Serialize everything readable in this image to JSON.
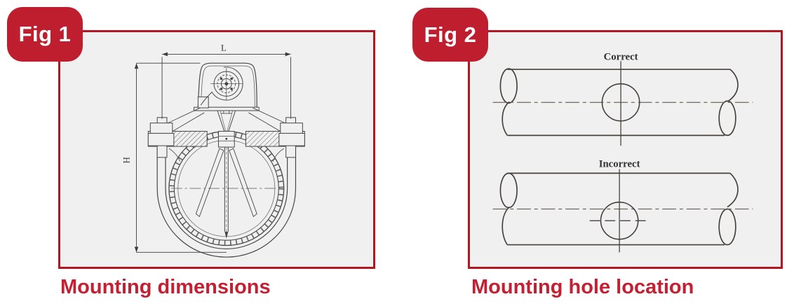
{
  "colors": {
    "accent_red": "#bf1e2e",
    "border_red": "#b31621",
    "caption_red": "#c32033",
    "panel_bg": "#f0f0f1"
  },
  "figures": [
    {
      "badge": "Fig 1",
      "caption": "Mounting dimensions",
      "dimension_labels": {
        "width": "L",
        "height": "H"
      }
    },
    {
      "badge": "Fig 2",
      "caption": "Mounting hole location",
      "annotations": {
        "top": "Correct",
        "bottom": "Incorrect"
      }
    }
  ]
}
